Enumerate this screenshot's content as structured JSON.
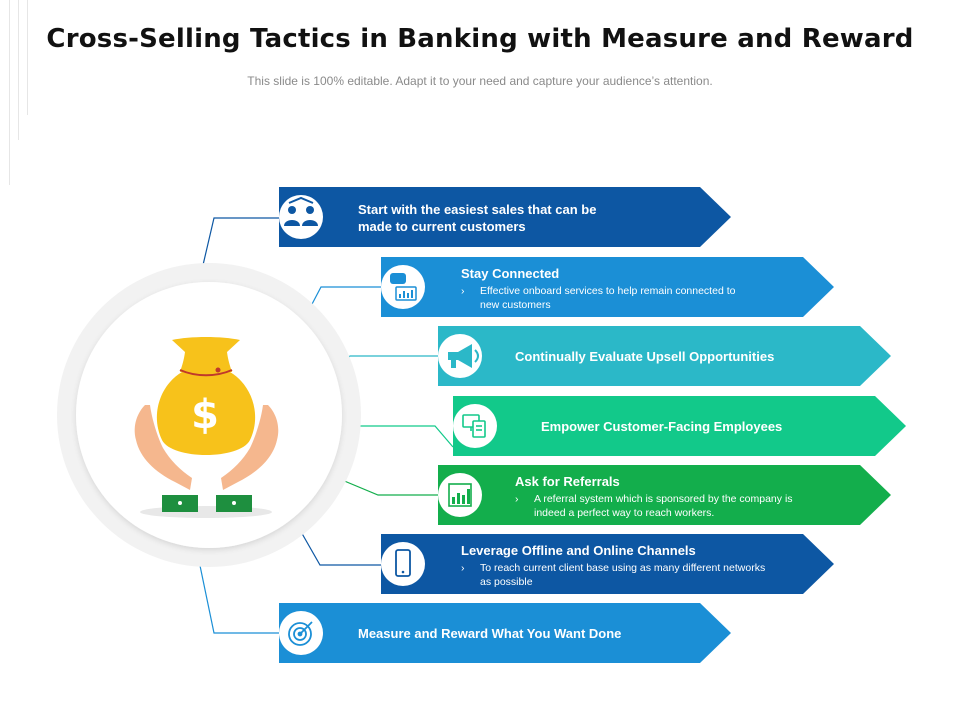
{
  "title": "Cross-Selling Tactics in Banking with Measure and Reward",
  "subtitle": "This slide is 100% editable. Adapt it to your need and capture your audience’s attention.",
  "center": {
    "icon": "money-bag-hands-icon",
    "symbol": "$"
  },
  "items": [
    {
      "title": "Start with the easiest sales that can be made to current customers",
      "bullet": "",
      "icon": "people-connect-icon",
      "color": "#0d57a3"
    },
    {
      "title": "Stay Connected",
      "bullet": "Effective onboard services to help remain connected to new customers",
      "icon": "chat-chart-icon",
      "color": "#1b8fd6"
    },
    {
      "title": "Continually Evaluate Upsell Opportunities",
      "bullet": "",
      "icon": "megaphone-icon",
      "color": "#2bb8c8"
    },
    {
      "title": "Empower Customer-Facing Employees",
      "bullet": "",
      "icon": "devices-icon",
      "color": "#12c98a"
    },
    {
      "title": "Ask for Referrals",
      "bullet": "A referral system which is sponsored by the company is indeed a perfect way to reach workers.",
      "icon": "bar-chart-icon",
      "color": "#13ae4c"
    },
    {
      "title": "Leverage Offline and Online Channels",
      "bullet": "To reach  current client base using as many different networks as possible",
      "icon": "mobile-phone-icon",
      "color": "#0d57a3"
    },
    {
      "title": "Measure and Reward What You Want Done",
      "bullet": "",
      "icon": "target-icon",
      "color": "#1b8fd6"
    }
  ],
  "bullet_marker": "›"
}
